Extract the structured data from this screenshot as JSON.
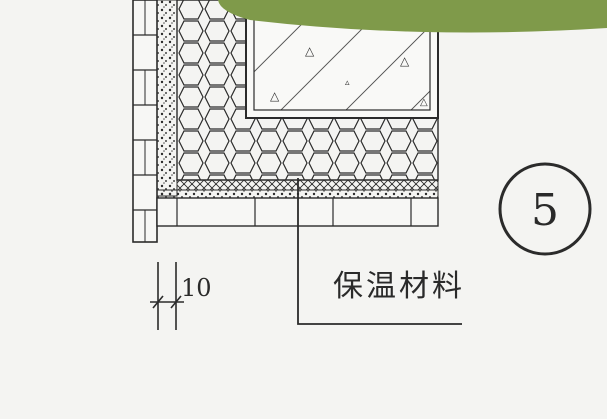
{
  "callout": {
    "label": "保温材料"
  },
  "dimension": {
    "value": "10"
  },
  "detail_marker": {
    "number": "5"
  },
  "colors": {
    "overlay_green": "#7f9a4a",
    "line": "#2b2b2b",
    "paper": "#f4f4f2"
  }
}
